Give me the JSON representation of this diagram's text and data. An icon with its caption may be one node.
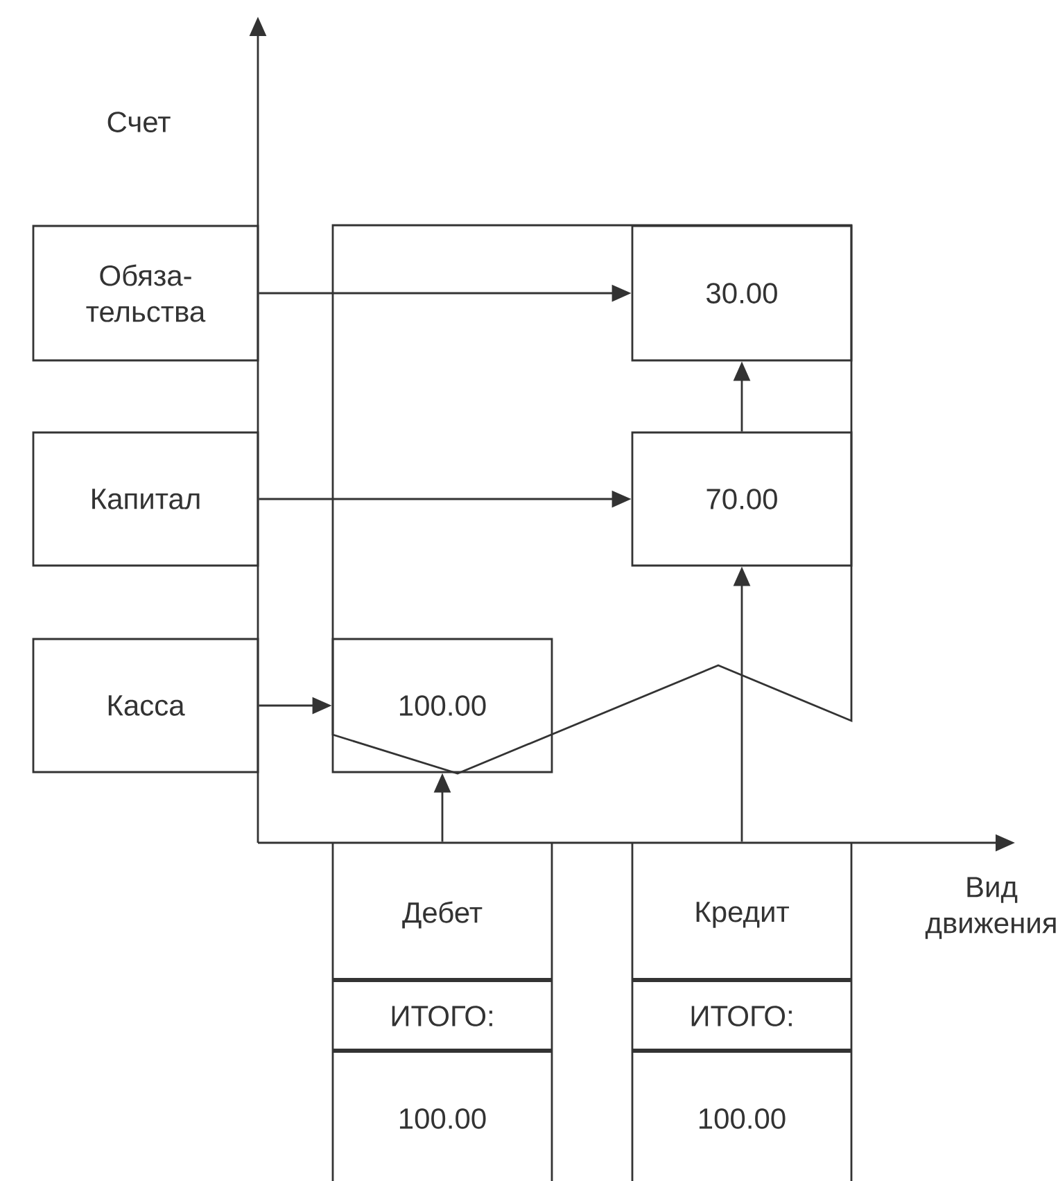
{
  "diagram": {
    "nodes": [
      {
        "text": [
          "Обяза- тельства"
        ]
      },
      {
        "text": [
          "Капитал"
        ]
      },
      {
        "text": [
          "Касса"
        ]
      },
      {
        "text": [],
        "shape": "box"
      },
      {
        "text": [
          "30.00"
        ],
        "in": 3
      },
      {
        "text": [
          "70.00"
        ],
        "in": 3
      },
      {
        "text": [
          "100.00"
        ],
        "in": 3
      },
      {
        "text": [
          "Дебет",
          "ИТОГО:",
          "100.00"
        ]
      },
      {
        "text": [
          "Кредит",
          "ИТОГО:",
          "100.00"
        ]
      }
    ],
    "edges": [
      {
        "from": 0,
        "to": 4,
        "arrow": "to"
      },
      {
        "from": 1,
        "to": 5,
        "arrow": "to"
      },
      {
        "from": 2,
        "to": 6,
        "arrow": "to"
      },
      {
        "from": 5,
        "to": 4,
        "arrow": "to"
      },
      {
        "from": 7,
        "to": 6,
        "arrow": "to"
      },
      {
        "from": 8,
        "to": 5,
        "arrow": "to"
      }
    ],
    "labels": [
      "Счет",
      "Вид движения"
    ]
  }
}
